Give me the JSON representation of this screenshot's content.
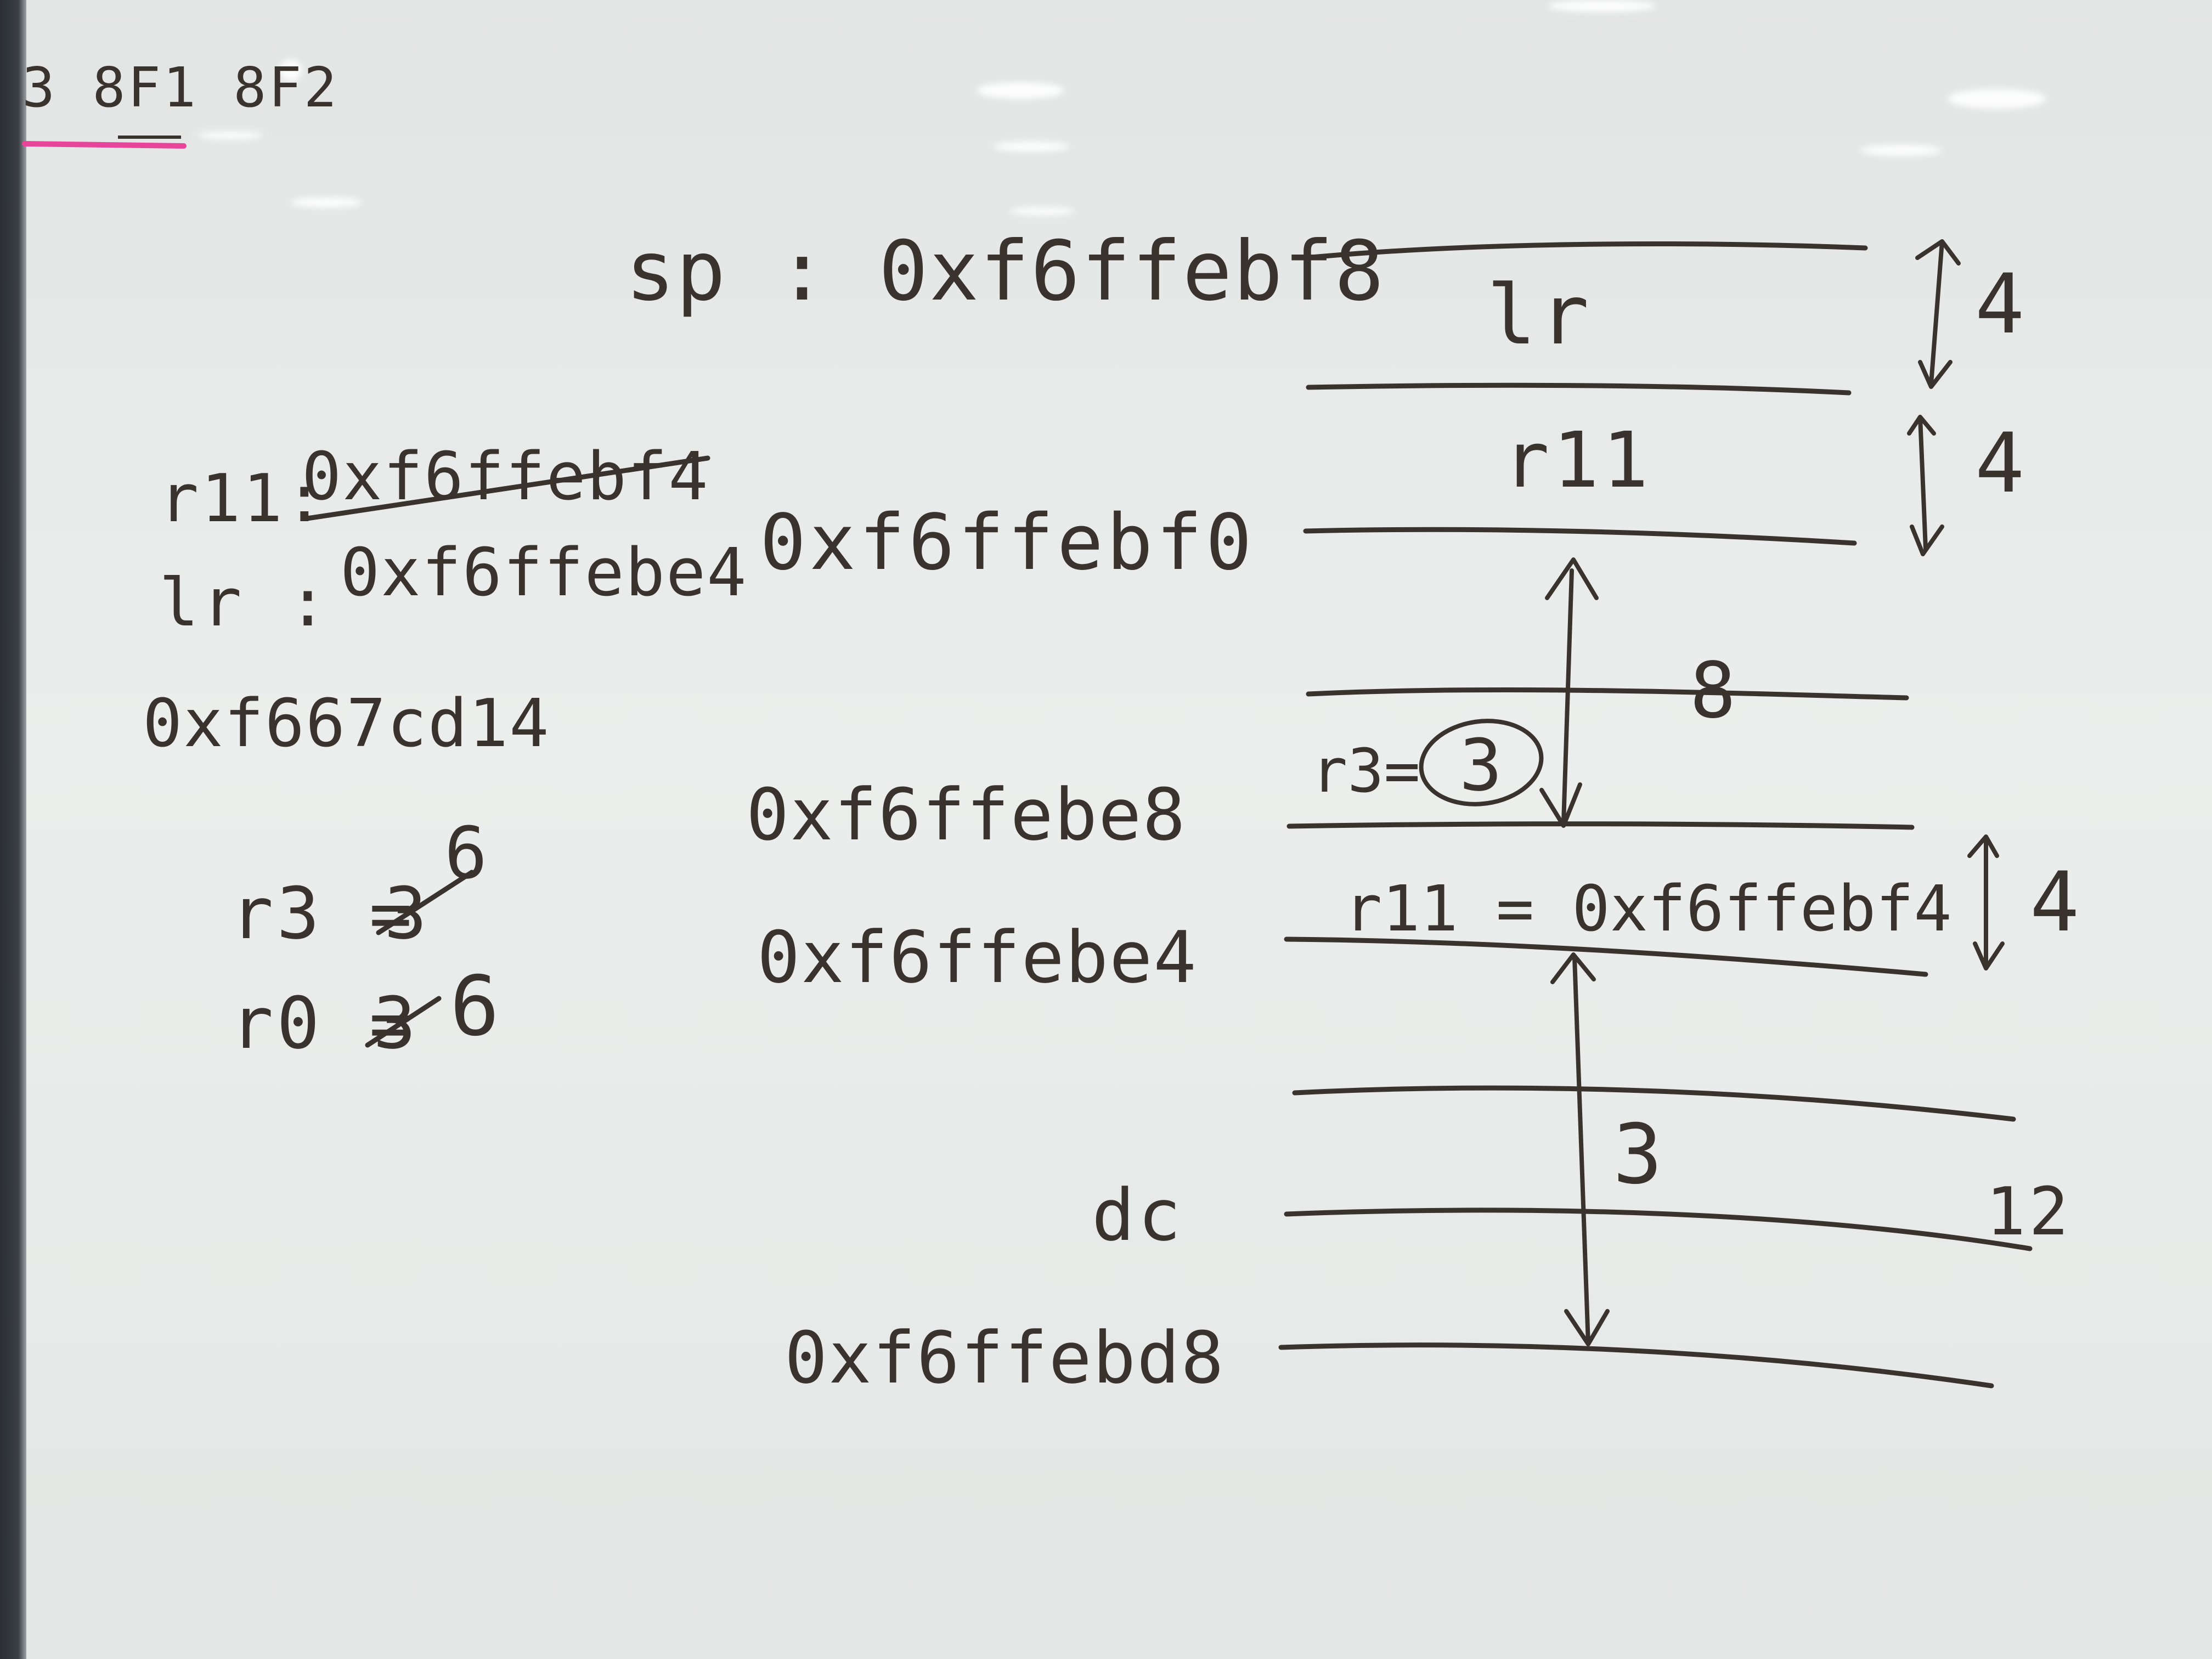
{
  "corner_note": "3 8F1 8F2",
  "sp_label": "sp : 0xf6ffebf8",
  "r11_old_label": "r11:",
  "r11_old_value": "0xf6ffebf4",
  "lr_label": "lr :",
  "lr_value": "0xf6ffebe4",
  "addr_f0": "0xf6ffebf0",
  "addr_lr_call": "0xf667cd14",
  "addr_e8": "0xf6ffebe8",
  "addr_e4": "0xf6ffebe4",
  "addr_dc": "dc",
  "addr_d8": "0xf6ffebd8",
  "r3_assign": "r3 =",
  "r3_old": "3",
  "r3_new": "6",
  "r0_assign": "r0 =",
  "r0_old": "3",
  "r0_new": "6",
  "stack": {
    "slot_lr": "lr",
    "slot_r11": "r11",
    "size_lr": "4",
    "size_r11": "4",
    "gap_size": "8",
    "r3_local": "r3=",
    "r3_local_value": "3",
    "r11_new": "r11 = 0xf6ffebf4",
    "size_r11_new": "4",
    "area_value": "3",
    "area_size": "12"
  },
  "ink_color": "#3a332d",
  "highlight_color": "#e8459a"
}
